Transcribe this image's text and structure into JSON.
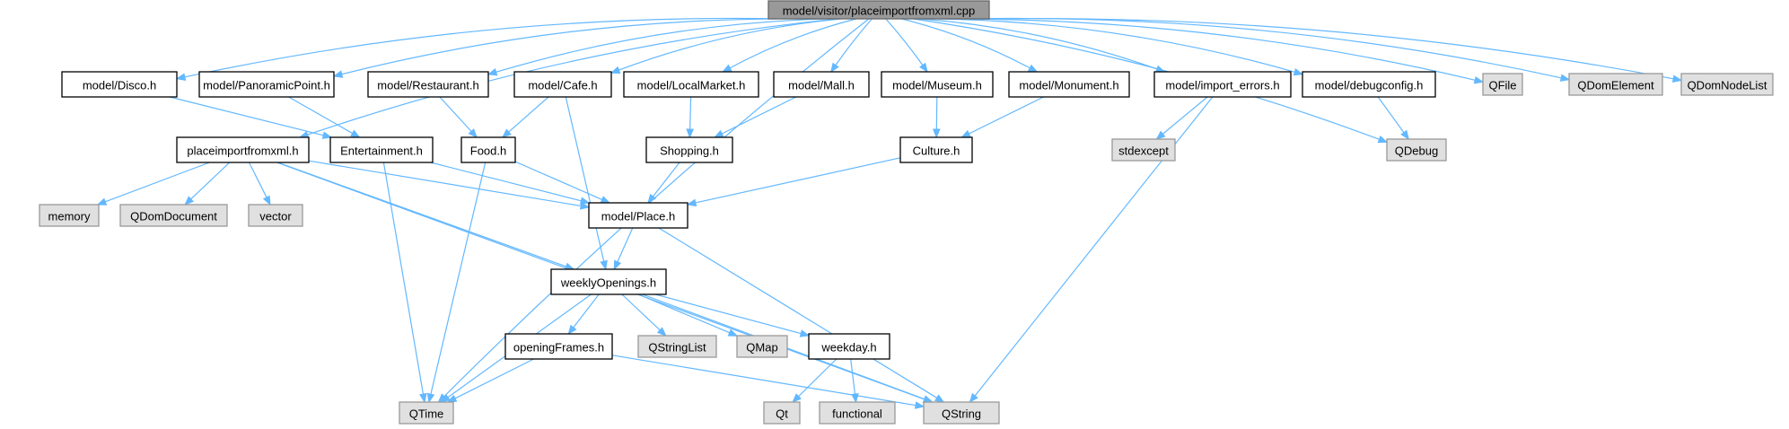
{
  "colors": {
    "root_fill": "#999999",
    "root_border": "#666666",
    "local_fill": "#ffffff",
    "local_border": "#000000",
    "external_fill": "#e0e0e0",
    "external_border": "#999999",
    "edge": "#63b8ff"
  },
  "nodes": [
    {
      "id": "root",
      "label": "model/visitor/placeimportfromxml.cpp",
      "kind": "root"
    },
    {
      "id": "disco",
      "label": "model/Disco.h",
      "kind": "local"
    },
    {
      "id": "panoramic",
      "label": "model/PanoramicPoint.h",
      "kind": "local"
    },
    {
      "id": "restaurant",
      "label": "model/Restaurant.h",
      "kind": "local"
    },
    {
      "id": "cafe",
      "label": "model/Cafe.h",
      "kind": "local"
    },
    {
      "id": "localmarket",
      "label": "model/LocalMarket.h",
      "kind": "local"
    },
    {
      "id": "mall",
      "label": "model/Mall.h",
      "kind": "local"
    },
    {
      "id": "museum",
      "label": "model/Museum.h",
      "kind": "local"
    },
    {
      "id": "monument",
      "label": "model/Monument.h",
      "kind": "local"
    },
    {
      "id": "importerrors",
      "label": "model/import_errors.h",
      "kind": "local"
    },
    {
      "id": "debugconfig",
      "label": "model/debugconfig.h",
      "kind": "local"
    },
    {
      "id": "qfile",
      "label": "QFile",
      "kind": "external"
    },
    {
      "id": "qdomelement",
      "label": "QDomElement",
      "kind": "external"
    },
    {
      "id": "qdomnodelist",
      "label": "QDomNodeList",
      "kind": "external"
    },
    {
      "id": "placeimportfromxml",
      "label": "placeimportfromxml.h",
      "kind": "local"
    },
    {
      "id": "entertainment",
      "label": "Entertainment.h",
      "kind": "local"
    },
    {
      "id": "food",
      "label": "Food.h",
      "kind": "local"
    },
    {
      "id": "shopping",
      "label": "Shopping.h",
      "kind": "local"
    },
    {
      "id": "culture",
      "label": "Culture.h",
      "kind": "local"
    },
    {
      "id": "stdexcept",
      "label": "stdexcept",
      "kind": "external"
    },
    {
      "id": "qdebug",
      "label": "QDebug",
      "kind": "external"
    },
    {
      "id": "memory",
      "label": "memory",
      "kind": "external"
    },
    {
      "id": "qdomdocument",
      "label": "QDomDocument",
      "kind": "external"
    },
    {
      "id": "vector",
      "label": "vector",
      "kind": "external"
    },
    {
      "id": "place",
      "label": "model/Place.h",
      "kind": "local"
    },
    {
      "id": "weeklyopenings",
      "label": "weeklyOpenings.h",
      "kind": "local"
    },
    {
      "id": "openingframes",
      "label": "openingFrames.h",
      "kind": "local"
    },
    {
      "id": "qstringlist",
      "label": "QStringList",
      "kind": "external"
    },
    {
      "id": "qmap",
      "label": "QMap",
      "kind": "external"
    },
    {
      "id": "weekday",
      "label": "weekday.h",
      "kind": "local"
    },
    {
      "id": "qt",
      "label": "Qt",
      "kind": "external"
    },
    {
      "id": "functional",
      "label": "functional",
      "kind": "external"
    },
    {
      "id": "qtime",
      "label": "QTime",
      "kind": "external"
    },
    {
      "id": "qstring",
      "label": "QString",
      "kind": "external"
    }
  ],
  "edges": [
    [
      "root",
      "disco"
    ],
    [
      "root",
      "panoramic"
    ],
    [
      "root",
      "restaurant"
    ],
    [
      "root",
      "cafe"
    ],
    [
      "root",
      "localmarket"
    ],
    [
      "root",
      "mall"
    ],
    [
      "root",
      "museum"
    ],
    [
      "root",
      "monument"
    ],
    [
      "root",
      "importerrors"
    ],
    [
      "root",
      "debugconfig"
    ],
    [
      "root",
      "qfile"
    ],
    [
      "root",
      "qdomelement"
    ],
    [
      "root",
      "qdomnodelist"
    ],
    [
      "root",
      "placeimportfromxml"
    ],
    [
      "root",
      "qdebug"
    ],
    [
      "root",
      "qtime"
    ],
    [
      "disco",
      "entertainment"
    ],
    [
      "panoramic",
      "entertainment"
    ],
    [
      "restaurant",
      "food"
    ],
    [
      "cafe",
      "food"
    ],
    [
      "cafe",
      "weeklyopenings"
    ],
    [
      "localmarket",
      "shopping"
    ],
    [
      "mall",
      "shopping"
    ],
    [
      "museum",
      "culture"
    ],
    [
      "monument",
      "culture"
    ],
    [
      "importerrors",
      "stdexcept"
    ],
    [
      "importerrors",
      "qstring"
    ],
    [
      "debugconfig",
      "qdebug"
    ],
    [
      "placeimportfromxml",
      "memory"
    ],
    [
      "placeimportfromxml",
      "qdomdocument"
    ],
    [
      "placeimportfromxml",
      "vector"
    ],
    [
      "placeimportfromxml",
      "place"
    ],
    [
      "placeimportfromxml",
      "weeklyopenings"
    ],
    [
      "placeimportfromxml",
      "qstring"
    ],
    [
      "entertainment",
      "place"
    ],
    [
      "entertainment",
      "qtime"
    ],
    [
      "food",
      "place"
    ],
    [
      "food",
      "qtime"
    ],
    [
      "shopping",
      "place"
    ],
    [
      "culture",
      "place"
    ],
    [
      "place",
      "weeklyopenings"
    ],
    [
      "place",
      "qstring"
    ],
    [
      "weeklyopenings",
      "openingframes"
    ],
    [
      "weeklyopenings",
      "qstringlist"
    ],
    [
      "weeklyopenings",
      "qmap"
    ],
    [
      "weeklyopenings",
      "weekday"
    ],
    [
      "weeklyopenings",
      "qtime"
    ],
    [
      "weeklyopenings",
      "qstring"
    ],
    [
      "openingframes",
      "qtime"
    ],
    [
      "openingframes",
      "qstring"
    ],
    [
      "weekday",
      "qt"
    ],
    [
      "weekday",
      "functional"
    ]
  ]
}
